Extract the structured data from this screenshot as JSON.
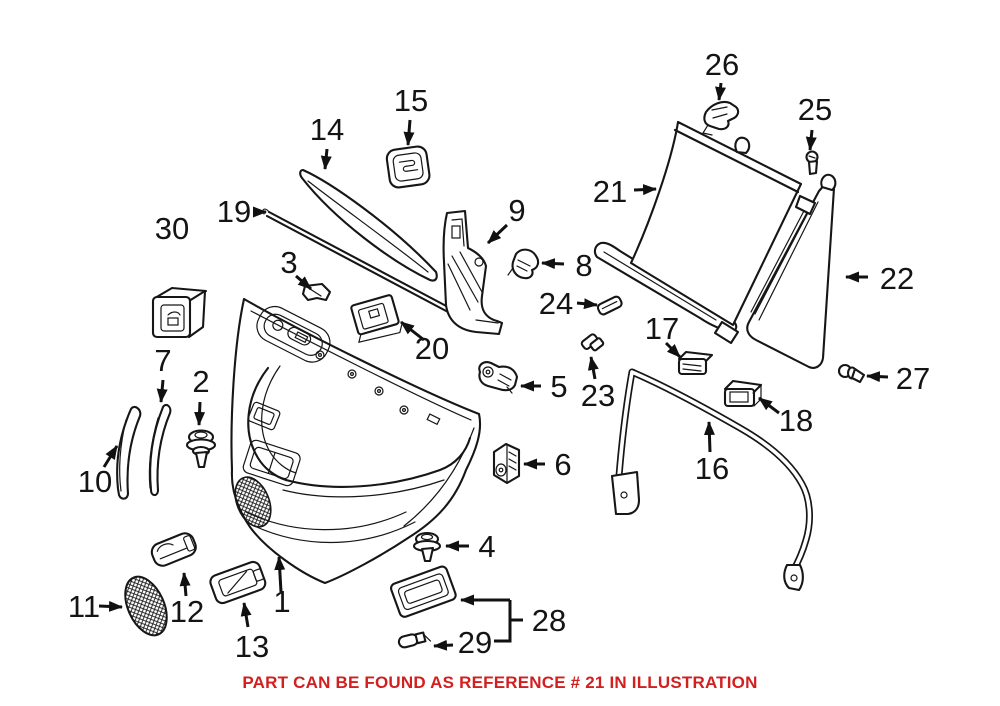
{
  "caption": "PART CAN BE FOUND AS REFERENCE # 21 IN ILLUSTRATION",
  "colors": {
    "line": "#161616",
    "caption_red": "#d21f1f",
    "background": "#ffffff"
  },
  "labels": {
    "n1": "1",
    "n2": "2",
    "n3": "3",
    "n4": "4",
    "n5": "5",
    "n6": "6",
    "n7": "7",
    "n8": "8",
    "n9": "9",
    "n10": "10",
    "n11": "11",
    "n12": "12",
    "n13": "13",
    "n14": "14",
    "n15": "15",
    "n16": "16",
    "n17": "17",
    "n18": "18",
    "n19": "19",
    "n20": "20",
    "n21": "21",
    "n22": "22",
    "n23": "23",
    "n24": "24",
    "n25": "25",
    "n26": "26",
    "n27": "27",
    "n28": "28",
    "n29": "29",
    "n30": "30"
  }
}
